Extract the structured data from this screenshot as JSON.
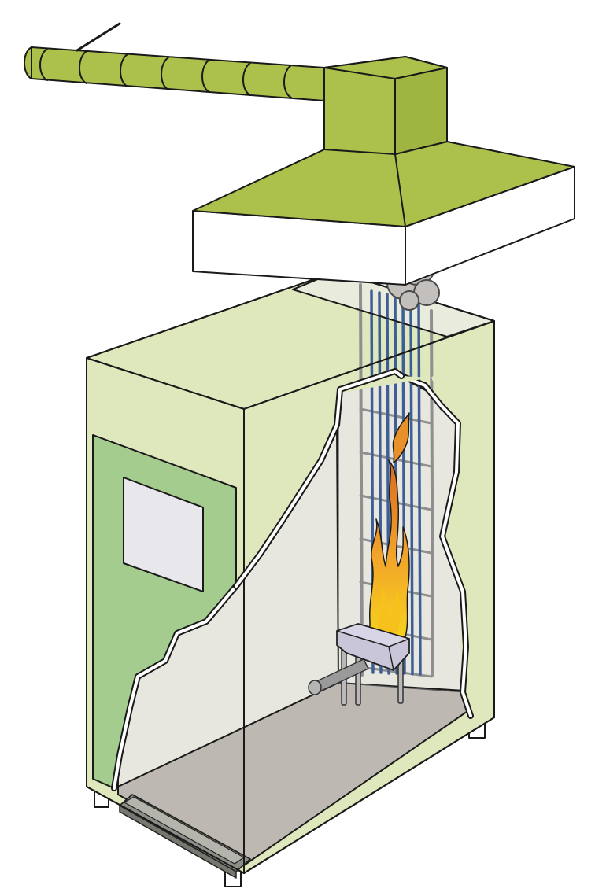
{
  "figure": {
    "labels": [],
    "colors": {
      "duct_green": "#abc14b",
      "hood_side_green": "#9fb542",
      "cabinet_green": "#dfe7bd",
      "door_green": "#a5cc8f",
      "window_fill": "#e8e8ec",
      "interior_wall": "#e7e7df",
      "floor_gray": "#bdb8b2",
      "smoke_gray": "#c3bfbc",
      "rod_blue": "#3e5e96",
      "frame_gray": "#9a9a9a",
      "flame_orange": "#e8912a",
      "flame_yellow": "#f6c11c",
      "burner_lilac": "#c8c6d8",
      "tray_gray": "#a9a9a2",
      "outline": "#1a1a1a"
    },
    "components": [
      {
        "id": "exhaust-duct",
        "icon": "flexible-duct"
      },
      {
        "id": "exhaust-hood",
        "icon": "hood"
      },
      {
        "id": "smoke",
        "icon": "smoke-cloud"
      },
      {
        "id": "test-cabinet",
        "icon": "cabinet"
      },
      {
        "id": "cabinet-door",
        "icon": "door"
      },
      {
        "id": "door-window",
        "icon": "window"
      },
      {
        "id": "cable-ladder",
        "icon": "ladder-rack"
      },
      {
        "id": "cables",
        "icon": "vertical-cables"
      },
      {
        "id": "flame",
        "icon": "flame"
      },
      {
        "id": "ribbon-burner",
        "icon": "burner"
      },
      {
        "id": "gas-supply-pipe",
        "icon": "pipe"
      },
      {
        "id": "drip-tray",
        "icon": "tray"
      },
      {
        "id": "cabinet-feet",
        "icon": "feet"
      }
    ]
  }
}
